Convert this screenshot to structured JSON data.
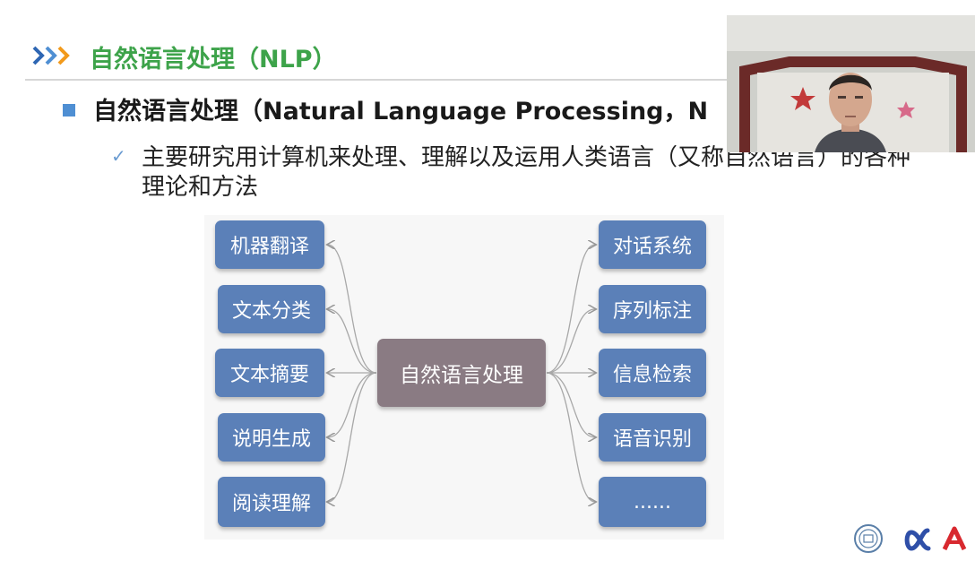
{
  "header": {
    "title": "自然语言处理（NLP）",
    "accent_color": "#3da34a",
    "arrow_color": "#4f8fd3"
  },
  "bullets": {
    "level1": "自然语言处理（Natural Language Processing，N",
    "level2": "主要研究用计算机来处理、理解以及运用人类语言（又称自然语言）的各种理论和方法",
    "check_icon": "✓"
  },
  "mindmap": {
    "center": "自然语言处理",
    "left": [
      "机器翻译",
      "文本分类",
      "文本摘要",
      "说明生成",
      "阅读理解"
    ],
    "right": [
      "对话系统",
      "序列标注",
      "信息检索",
      "语音识别",
      "......"
    ],
    "node_color": "#5b80b8",
    "center_color": "#8a7b83"
  },
  "webcam": {
    "icon": "presenter-video-feed"
  },
  "logos": [
    "university-seal-icon",
    "alpha-logo-icon",
    "red-a-logo-icon"
  ]
}
